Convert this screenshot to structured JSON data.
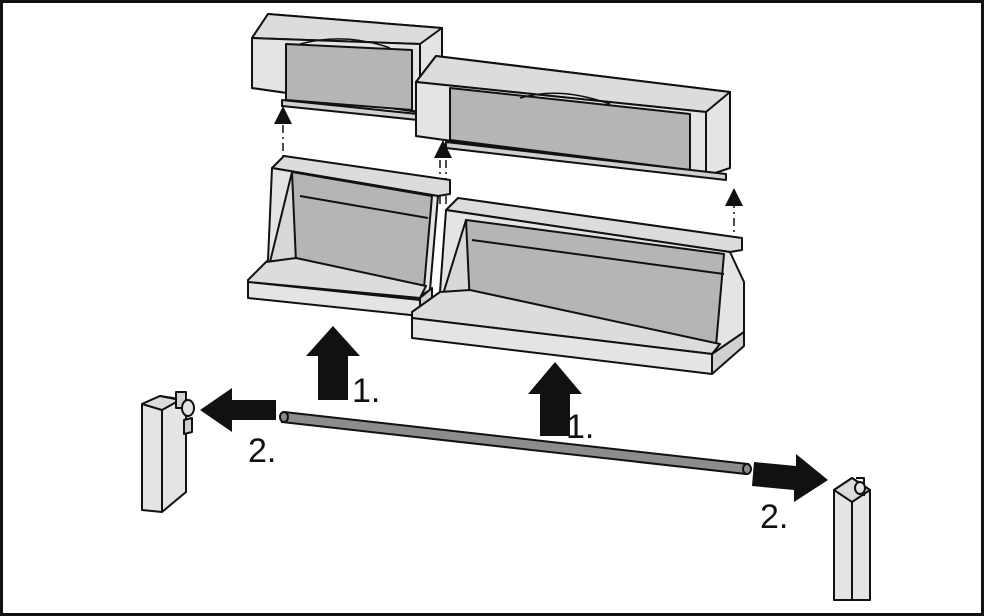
{
  "steps": {
    "lift_left": "1.",
    "lift_right": "1.",
    "pull_left": "2.",
    "pull_right": "2."
  },
  "colors": {
    "outline": "#111111",
    "part_fill": "#e4e4e4",
    "panel_fill": "#b5b5b5",
    "rod_fill": "#8c8c8c",
    "arrow": "#111111",
    "background": "#ffffff"
  }
}
